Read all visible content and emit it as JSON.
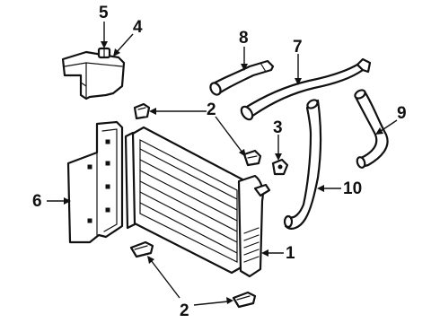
{
  "callouts": {
    "c1": "1",
    "c2a": "2",
    "c2b": "2",
    "c3": "3",
    "c4": "4",
    "c5": "5",
    "c6": "6",
    "c7": "7",
    "c8": "8",
    "c9": "9",
    "c10": "10"
  }
}
